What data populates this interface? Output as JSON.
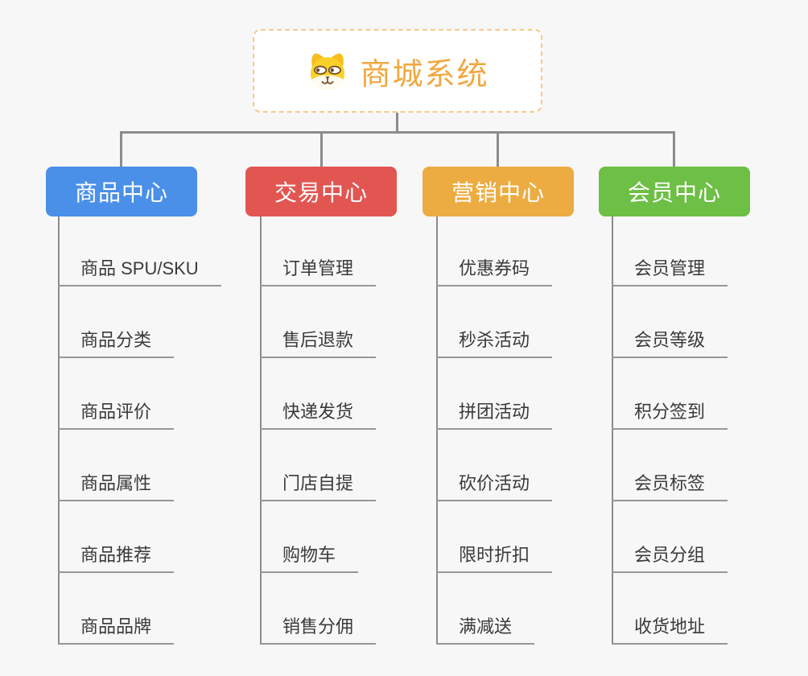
{
  "theme": {
    "background": "#F7F7F7",
    "connector": "#8C8C8C",
    "underline": "#979797",
    "item_text": "#3A3A3A",
    "root_title": "#F0A840",
    "root_border": "#F7C98B"
  },
  "root": {
    "title": "商城系统",
    "icon": "dog-face-icon"
  },
  "branches": [
    {
      "label": "商品中心",
      "color": "#4A90E8",
      "items": [
        "商品 SPU/SKU",
        "商品分类",
        "商品评价",
        "商品属性",
        "商品推荐",
        "商品品牌"
      ]
    },
    {
      "label": "交易中心",
      "color": "#E25652",
      "items": [
        "订单管理",
        "售后退款",
        "快递发货",
        "门店自提",
        "购物车",
        "销售分佣"
      ]
    },
    {
      "label": "营销中心",
      "color": "#ECAC41",
      "items": [
        "优惠券码",
        "秒杀活动",
        "拼团活动",
        "砍价活动",
        "限时折扣",
        "满减送"
      ]
    },
    {
      "label": "会员中心",
      "color": "#6DBF45",
      "items": [
        "会员管理",
        "会员等级",
        "积分签到",
        "会员标签",
        "会员分组",
        "收货地址"
      ]
    }
  ]
}
